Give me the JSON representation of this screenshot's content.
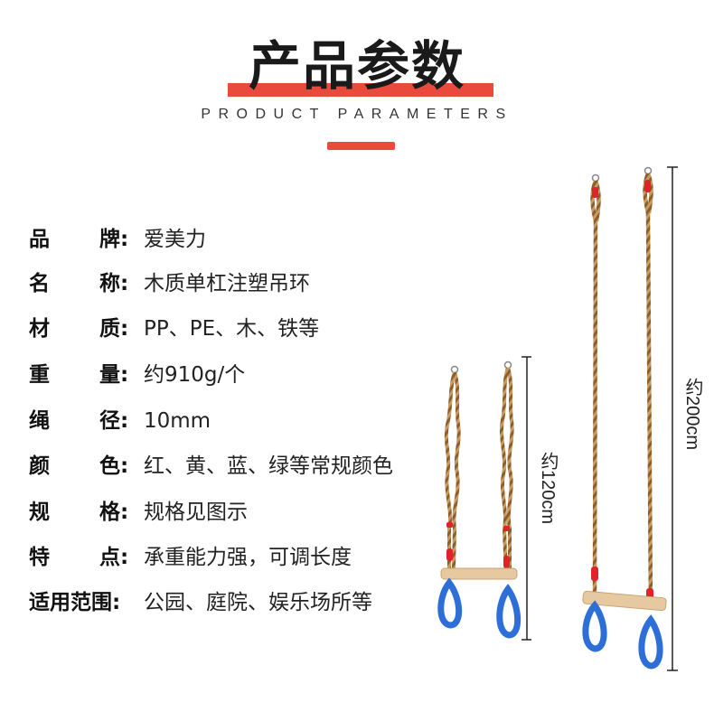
{
  "header": {
    "title": "产品参数",
    "subtitle": "PRODUCT PARAMETERS"
  },
  "params": [
    {
      "c1": "品",
      "c2": "牌:",
      "value": "爱美力"
    },
    {
      "c1": "名",
      "c2": "称:",
      "value": "木质单杠注塑吊环"
    },
    {
      "c1": "材",
      "c2": "质:",
      "value": "PP、PE、木、铁等"
    },
    {
      "c1": "重",
      "c2": "量:",
      "value": "约910g/个"
    },
    {
      "c1": "绳",
      "c2": "径:",
      "value": "10mm"
    },
    {
      "c1": "颜",
      "c2": "色:",
      "value": "红、黄、蓝、绿等常规颜色"
    },
    {
      "c1": "规",
      "c2": "格:",
      "value": "规格见图示"
    },
    {
      "c1": "特",
      "c2": "点:",
      "value": "承重能力强，可调长度"
    }
  ],
  "last_param": {
    "label": "适用范围:",
    "value": "公园、庭院、娱乐场所等"
  },
  "dimensions": {
    "short": "约120cm",
    "long": "约200cm"
  },
  "colors": {
    "accent": "#ea4a3c",
    "rope": "#c89a5f",
    "ring": "#2d6fd6",
    "bar": "#e6c9a0",
    "rope_tie": "#e0222a"
  }
}
